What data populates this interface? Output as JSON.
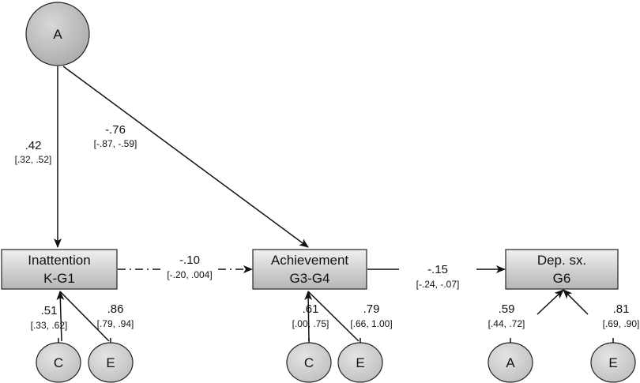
{
  "nodes": {
    "A_top": {
      "label": "A"
    },
    "inattention": {
      "line1": "Inattention",
      "line2": "K-G1"
    },
    "achievement": {
      "line1": "Achievement",
      "line2": "G3-G4"
    },
    "depression": {
      "line1": "Dep. sx.",
      "line2": "G6"
    },
    "C1": {
      "label": "C"
    },
    "E1": {
      "label": "E"
    },
    "C2": {
      "label": "C"
    },
    "E2": {
      "label": "E"
    },
    "A3": {
      "label": "A"
    },
    "E3": {
      "label": "E"
    }
  },
  "paths": {
    "A_to_inattention": {
      "coef": ".42",
      "ci": "[.32, .52]"
    },
    "A_to_achievement": {
      "coef": "-.76",
      "ci": "[-.87, -.59]"
    },
    "inattention_to_achievement": {
      "coef": "-.10",
      "ci": "[-.20, .004]"
    },
    "achievement_to_depression": {
      "coef": "-.15",
      "ci": "[-.24, -.07]"
    },
    "C1_to_inattention": {
      "coef": ".51",
      "ci": "[.33, .62]"
    },
    "E1_to_inattention": {
      "coef": ".86",
      "ci": "[.79, .94]"
    },
    "C2_to_achievement": {
      "coef": ".61",
      "ci": "[.00, .75]"
    },
    "E2_to_achievement": {
      "coef": ".79",
      "ci": "[.66, 1.00]"
    },
    "A3_to_depression": {
      "coef": ".59",
      "ci": "[.44, .72]"
    },
    "E3_to_depression": {
      "coef": ".81",
      "ci": "[.69, .90]"
    }
  },
  "colors": {
    "box_fill_top": "#ececec",
    "box_fill_bottom": "#b8b8b8",
    "ellipse_fill": "#cfcfcf",
    "stroke": "#222222"
  }
}
